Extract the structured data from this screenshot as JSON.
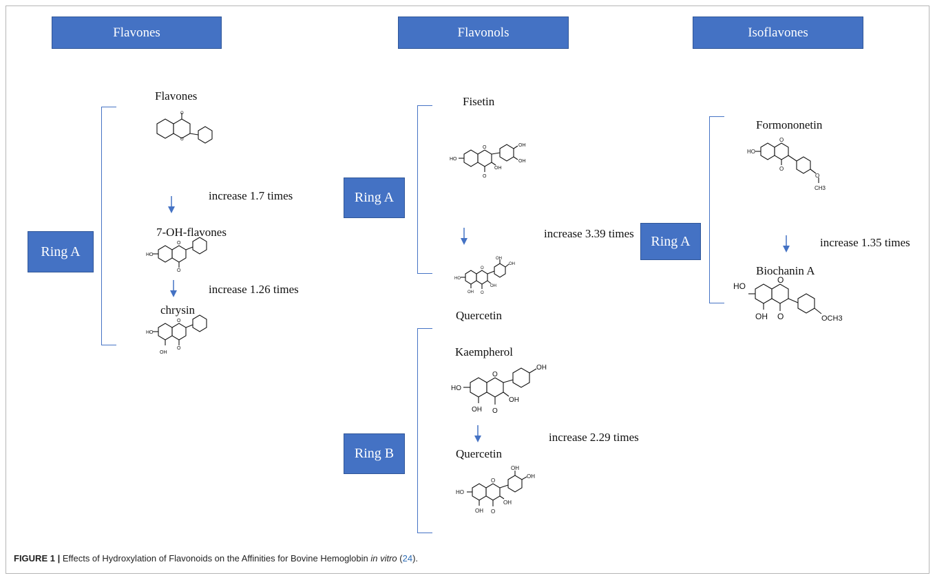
{
  "headers": {
    "flavones": "Flavones",
    "flavonols": "Flavonols",
    "isoflavones": "Isoflavones"
  },
  "ring_labels": {
    "flavones_ring_a": "Ring A",
    "flavonols_ring_a": "Ring A",
    "flavonols_ring_b": "Ring B",
    "isoflavones_ring_a": "Ring A"
  },
  "compounds": {
    "flavones": "Flavones",
    "oh7_flavones": "7-OH-flavones",
    "chrysin": "chrysin",
    "fisetin": "Fisetin",
    "quercetin_1": "Quercetin",
    "kaempherol": "Kaempherol",
    "quercetin_2": "Quercetin",
    "formononetin": "Formononetin",
    "biochanin_a": "Biochanin A"
  },
  "increases": {
    "flavones_1": "increase 1.7 times",
    "flavones_2": "increase 1.26 times",
    "flavonols_ring_a": "increase 3.39 times",
    "flavonols_ring_b": "increase 2.29 times",
    "isoflavones": "increase 1.35 times"
  },
  "atoms": {
    "o": "O",
    "oh": "OH",
    "ho": "HO",
    "och3": "OCH3",
    "ch3": "CH3"
  },
  "caption": {
    "label": "FIGURE 1 |",
    "text_before": " Effects of Hydroxylation of Flavonoids on the Affinities for Bovine Hemoglobin ",
    "italic": "in vitro",
    "text_after": " (",
    "ref": "24",
    "close": ")."
  },
  "colors": {
    "box_fill": "#4472c4",
    "box_border": "#2f5597",
    "bracket": "#4472c4",
    "arrow": "#4472c4"
  }
}
